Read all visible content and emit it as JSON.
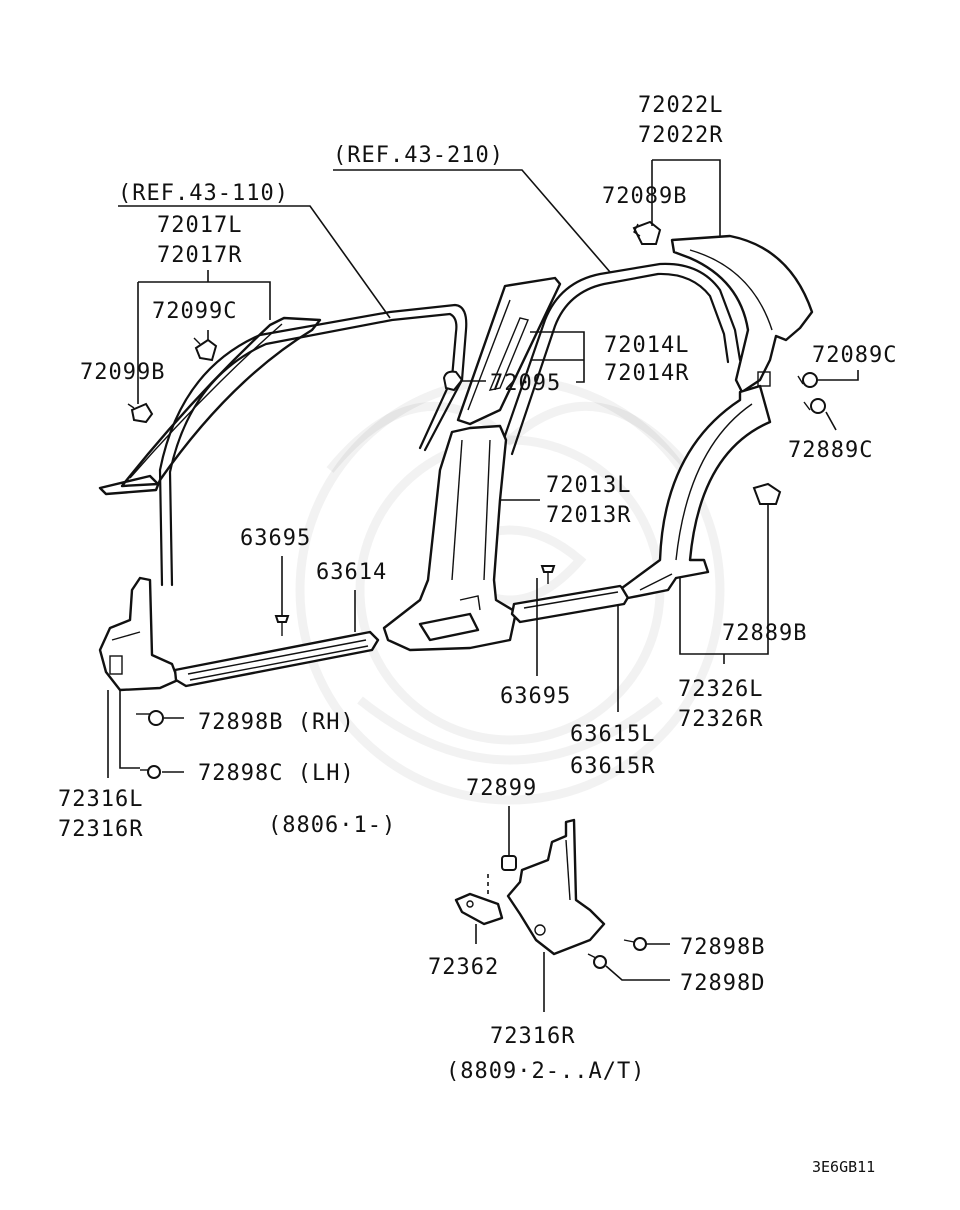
{
  "diagram": {
    "labels": {
      "ref_43_210": "(REF.43-210)",
      "ref_43_110": "(REF.43-110)",
      "p72022": [
        "72022L",
        "72022R"
      ],
      "p72089b": "72089B",
      "p72017": [
        "72017L",
        "72017R"
      ],
      "p72099c": "72099C",
      "p72099b": "72099B",
      "p72014": [
        "72014L",
        "72014R"
      ],
      "p72095": "72095",
      "p72089c": "72089C",
      "p72889c": "72889C",
      "p72013": [
        "72013L",
        "72013R"
      ],
      "p63695_top": "63695",
      "p63614": "63614",
      "p72889b": "72889B",
      "p72326": [
        "72326L",
        "72326R"
      ],
      "p63695_bottom": "63695",
      "p72898b_rh": "72898B (RH)",
      "p72898c_lh": "72898C (LH)",
      "p63615": [
        "63615L",
        "63615R"
      ],
      "p72316_left": [
        "72316L",
        "72316R"
      ],
      "p72899": "72899",
      "date_8806": "(8806·1-)",
      "p72898b": "72898B",
      "p72362": "72362",
      "p72898d": "72898D",
      "p72316r": "72316R",
      "date_8809": "(8809·2-..A/T)",
      "diagram_code": "3E6GB11"
    }
  }
}
